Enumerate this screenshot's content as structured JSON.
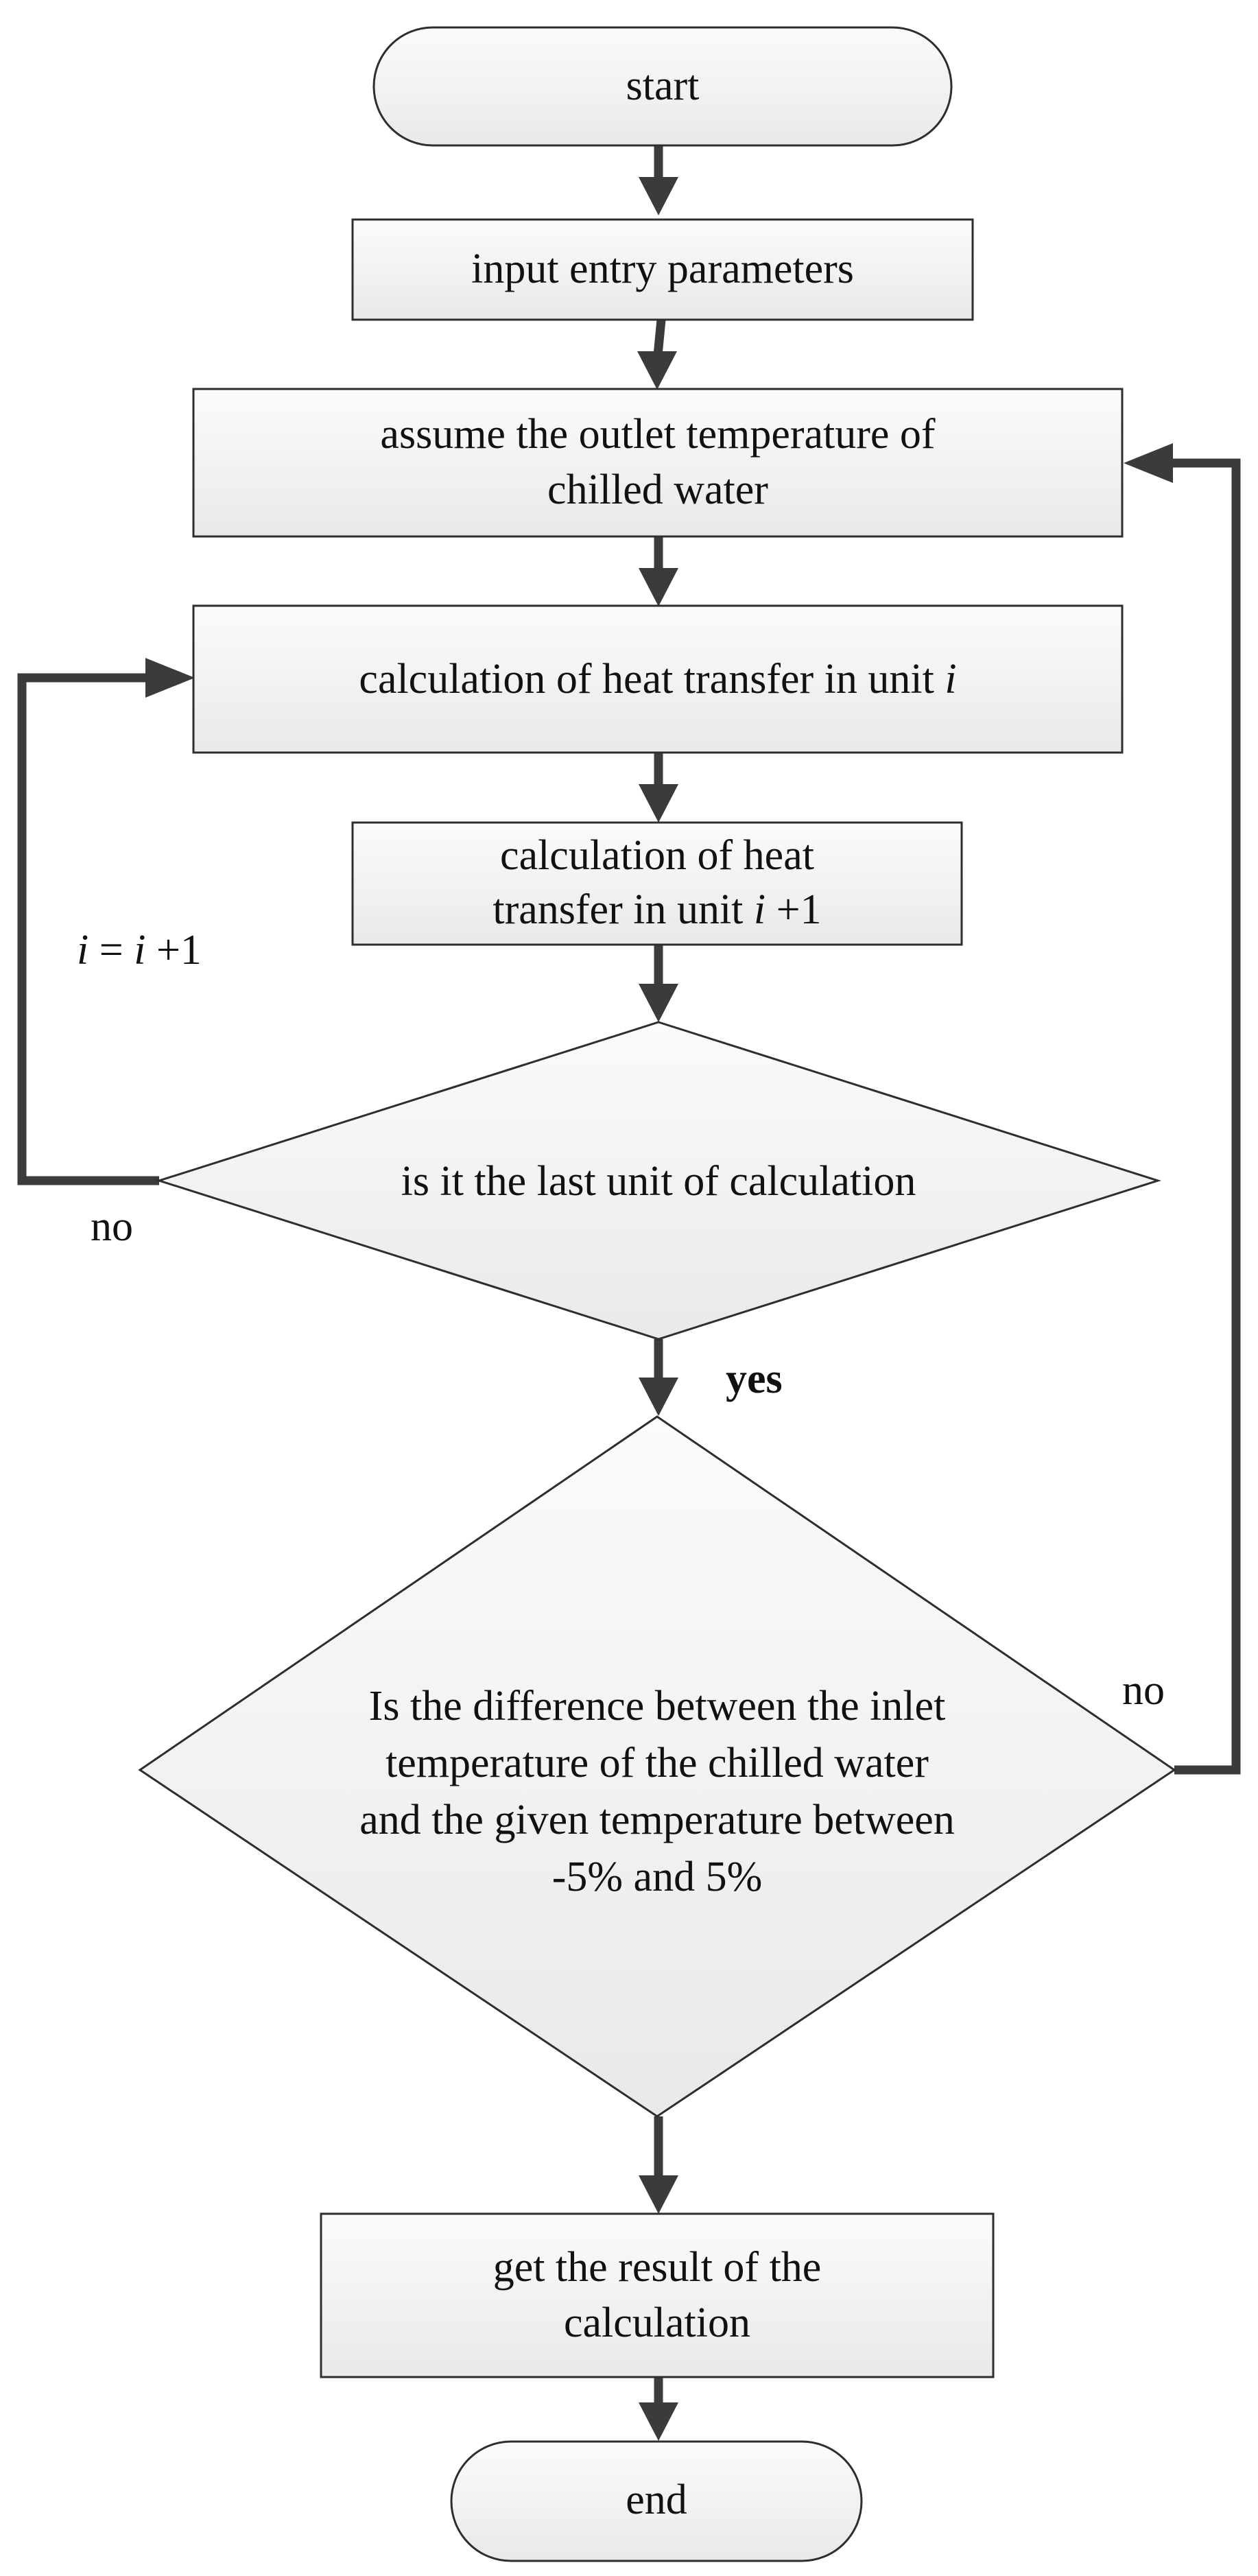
{
  "colors": {
    "node_fill_top": "#fbfbfb",
    "node_fill_bottom": "#e9e9e9",
    "outline": "#2e2e2e",
    "arrow": "#3b3b3b"
  },
  "nodes": {
    "start": "start",
    "input": "input entry parameters",
    "assume": [
      "assume the outlet temperature of",
      "chilled water"
    ],
    "calc_i": {
      "text": "calculation of heat transfer in unit ",
      "var": "i"
    },
    "calc_i1": {
      "line1": "calculation of heat",
      "line2_text": "transfer in unit ",
      "line2_var": "i",
      "line2_suffix": " +1"
    },
    "decision_last": "is it the last unit of calculation",
    "decision_diff": [
      "Is the difference between the inlet",
      "temperature of the chilled water",
      "and the given temperature between",
      "-5% and 5%"
    ],
    "result": [
      "get the result of the",
      "calculation"
    ],
    "end": "end"
  },
  "edge_labels": {
    "increment": {
      "lhs_var": "i",
      "eq": " = ",
      "rhs_var": "i",
      "rhs_suffix": " +1"
    },
    "no_left": "no",
    "yes": "yes",
    "no_right": "no"
  }
}
